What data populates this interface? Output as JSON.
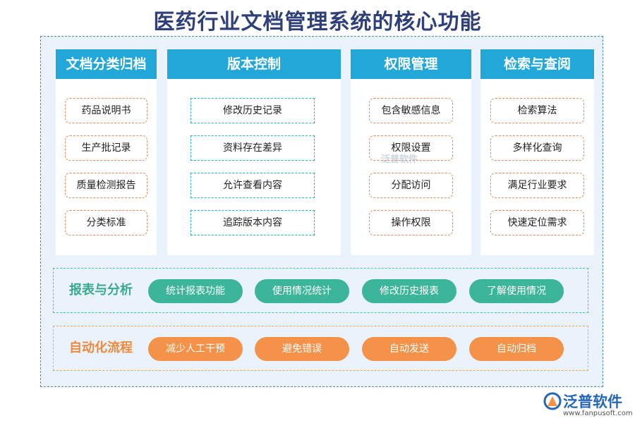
{
  "title": "医药行业文档管理系统的核心功能",
  "columns": [
    {
      "header": "文档分类归档",
      "items": [
        "药品说明书",
        "生产批记录",
        "质量检测报告",
        "分类标准"
      ]
    },
    {
      "header": "版本控制",
      "items": [
        "修改历史记录",
        "资料存在差异",
        "允许查看内容",
        "追踪版本内容"
      ]
    },
    {
      "header": "权限管理",
      "items": [
        "包含敏感信息",
        "权限设置",
        "分配访问",
        "操作权限"
      ]
    },
    {
      "header": "检索与查阅",
      "items": [
        "检索算法",
        "多样化查询",
        "满足行业要求",
        "快速定位需求"
      ]
    }
  ],
  "rows": [
    {
      "label": "报表与分析",
      "pills": [
        "统计报表功能",
        "使用情况统计",
        "修改历史报表",
        "了解使用情况"
      ]
    },
    {
      "label": "自动化流程",
      "pills": [
        "减少人工干预",
        "避免错误",
        "自动发送",
        "自动归档"
      ]
    }
  ],
  "watermark": "泛普软件",
  "brand": {
    "name": "泛普软件",
    "url": "www.fanpusoft.com"
  }
}
